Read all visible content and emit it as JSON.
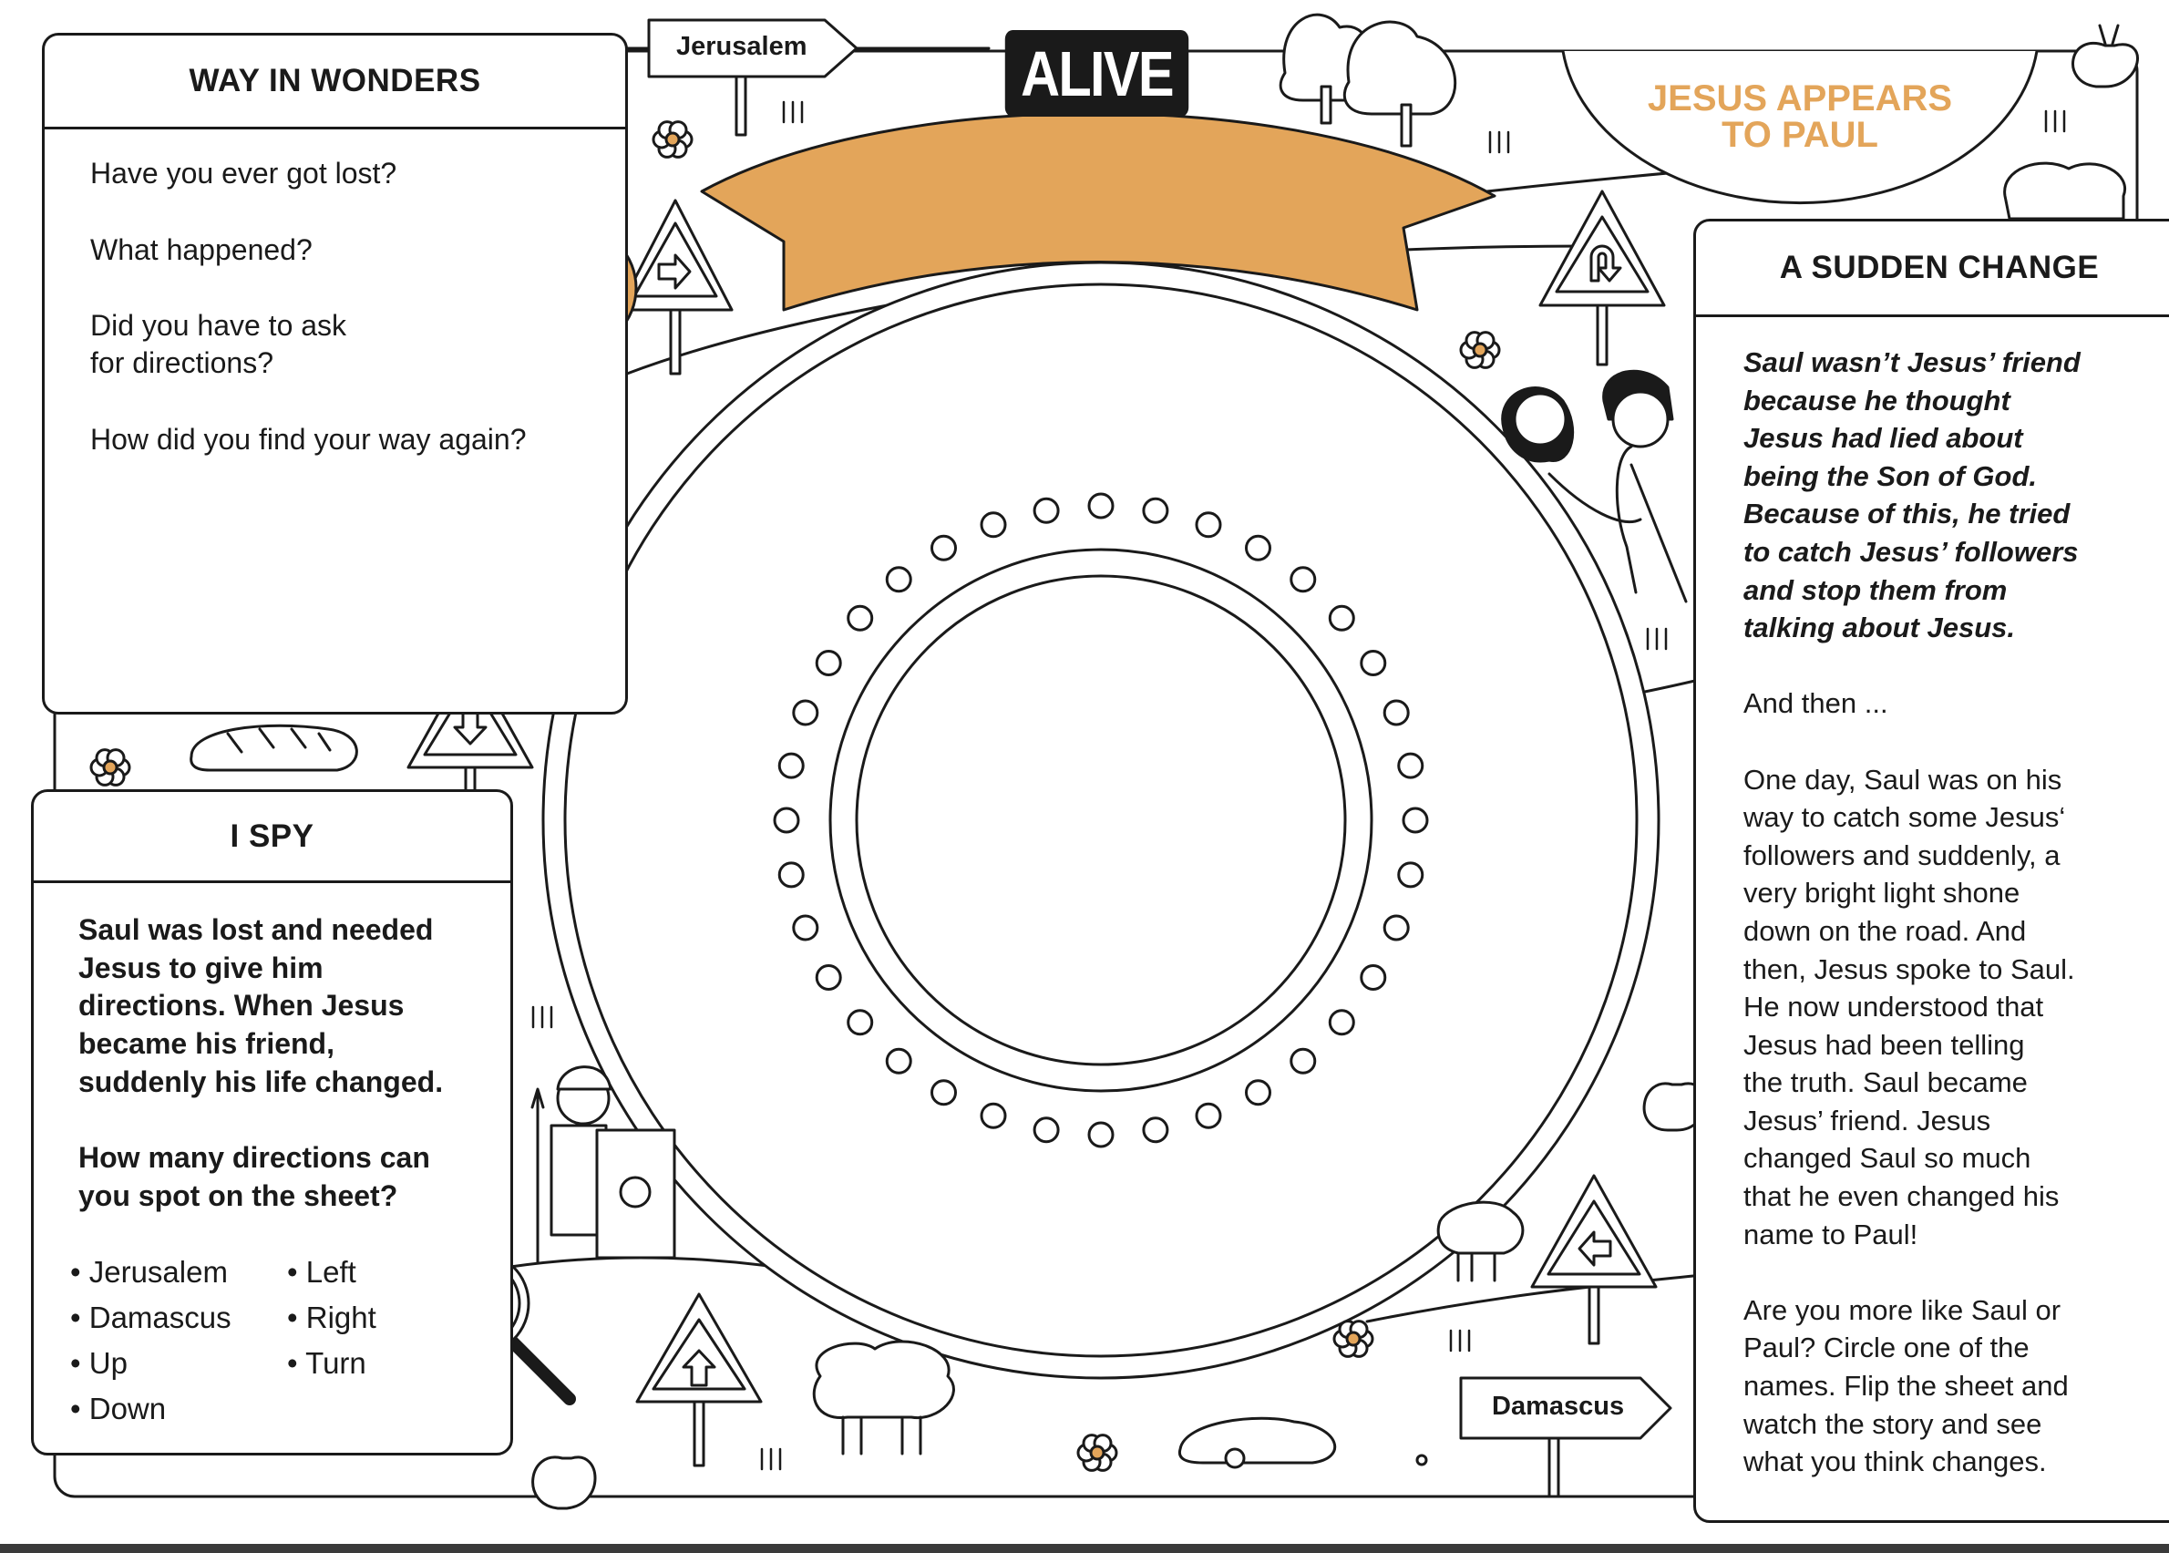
{
  "header": {
    "brand": "ALIVE",
    "banner_title": "Kids Snack Sheet",
    "story_title_line1": "JESUS APPEARS",
    "story_title_line2": "TO PAUL"
  },
  "signs": {
    "jerusalem": "Jerusalem",
    "damascus": "Damascus"
  },
  "way_in_wonders": {
    "title": "WAY IN WONDERS",
    "questions": [
      "Have you ever got lost?",
      "What happened?",
      "Did you have to ask",
      "for directions?",
      "How did you find your way again?"
    ]
  },
  "i_spy": {
    "title": "I SPY",
    "intro_lines": [
      "Saul was lost and needed",
      "Jesus to give him",
      "directions. When Jesus",
      "became his friend,",
      "suddenly his life changed."
    ],
    "question_lines": [
      "How many directions can",
      "you spot on the sheet?"
    ],
    "list_col1": [
      "Jerusalem",
      "Damascus",
      "Up",
      "Down"
    ],
    "list_col2": [
      "Left",
      "Right",
      "Turn"
    ]
  },
  "sudden_change": {
    "title": "A SUDDEN CHANGE",
    "italic_lines": [
      "Saul wasn’t Jesus’ friend",
      "because he thought",
      "Jesus had lied about",
      "being the Son of God.",
      "Because of this, he tried",
      "to catch Jesus’ followers",
      "and stop them from",
      "talking about Jesus."
    ],
    "and_then": "And then ...",
    "story_lines": [
      "One day, Saul was on his",
      "way to catch some Jesus‘",
      "followers and suddenly, a",
      "very bright light shone",
      "down on the road. And",
      "then, Jesus spoke to Saul.",
      "He now understood that",
      "Jesus had been telling",
      "the truth. Saul became",
      "Jesus’ friend. Jesus",
      "changed Saul so much",
      "that he even changed his",
      "name to Paul!"
    ],
    "closing_lines": [
      "Are you more like Saul or",
      "Paul? Circle one of the",
      "names. Flip the sheet and",
      "watch the story and see",
      "what you think changes."
    ]
  },
  "colors": {
    "accent": "#e3a55a",
    "ink": "#1a1a1a"
  }
}
